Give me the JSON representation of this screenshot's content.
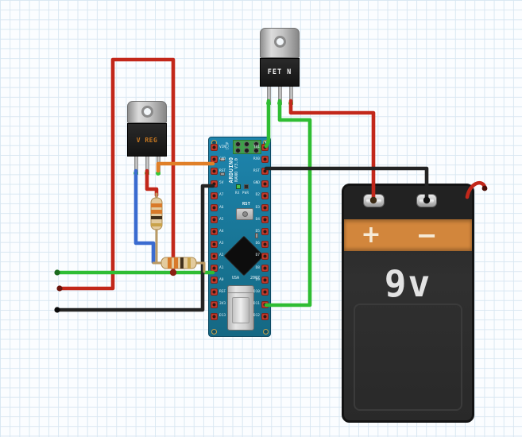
{
  "canvas": {
    "bg": "#fbfdff",
    "grid_color": "#d9e7f2"
  },
  "colors": {
    "wire_red": "#c2271a",
    "wire_green": "#2fbd33",
    "wire_black": "#232323",
    "wire_orange": "#e07f28",
    "wire_blue": "#3a6bd0",
    "lead": "#bb9a63",
    "resistor_body": "#e3cb9e",
    "board_blue": "#1a7aa4",
    "battery_band": "#d2863c",
    "pad_red": "#c0392b",
    "icsp_green": "#3f9e4b"
  },
  "components": {
    "fet": {
      "label": "FET N"
    },
    "vreg": {
      "label": "V REG"
    },
    "arduino": {
      "title_line1": "ARDUINO",
      "title_line2": "NANO V3.0",
      "icsp_label": "ICSP",
      "pin_one": "1",
      "led_label": "RX PWR",
      "reset_label": "RST",
      "origin_label": "USA",
      "year_label": "2007",
      "left_pins": [
        "VIN",
        "GND",
        "RST",
        "5V",
        "A7",
        "A6",
        "A5",
        "A4",
        "A3",
        "A2",
        "A1",
        "A0",
        "REF",
        "3V3",
        "D13"
      ],
      "right_pins": [
        "TX1",
        "RX0",
        "RST",
        "GND",
        "D2",
        "D3",
        "D4",
        "D5",
        "D6",
        "D7",
        "D8",
        "D9",
        "D10",
        "D11",
        "D12"
      ]
    },
    "battery": {
      "label": "9v",
      "plus": "+",
      "minus": "−"
    },
    "resistors": [
      {
        "orientation": "vertical",
        "band_colors": [
          "#d87a2a",
          "#d87a2a",
          "#41301c",
          "#c9a24a"
        ]
      },
      {
        "orientation": "horizontal",
        "band_colors": [
          "#d87a2a",
          "#d87a2a",
          "#41301c",
          "#c9a24a"
        ]
      }
    ]
  },
  "wires": [
    {
      "name": "supply-red-loop",
      "color": "red"
    },
    {
      "name": "ground-rail-green",
      "color": "green"
    },
    {
      "name": "ground-black-left",
      "color": "black"
    },
    {
      "name": "vreg-adjust-blue",
      "color": "blue"
    },
    {
      "name": "vreg-mid-red",
      "color": "red"
    },
    {
      "name": "vreg-output-orange",
      "color": "orange"
    },
    {
      "name": "battery-positive-red",
      "color": "red"
    },
    {
      "name": "battery-negative-black",
      "color": "black"
    },
    {
      "name": "fet-left-green",
      "color": "green"
    },
    {
      "name": "fet-mid-green",
      "color": "green"
    }
  ]
}
